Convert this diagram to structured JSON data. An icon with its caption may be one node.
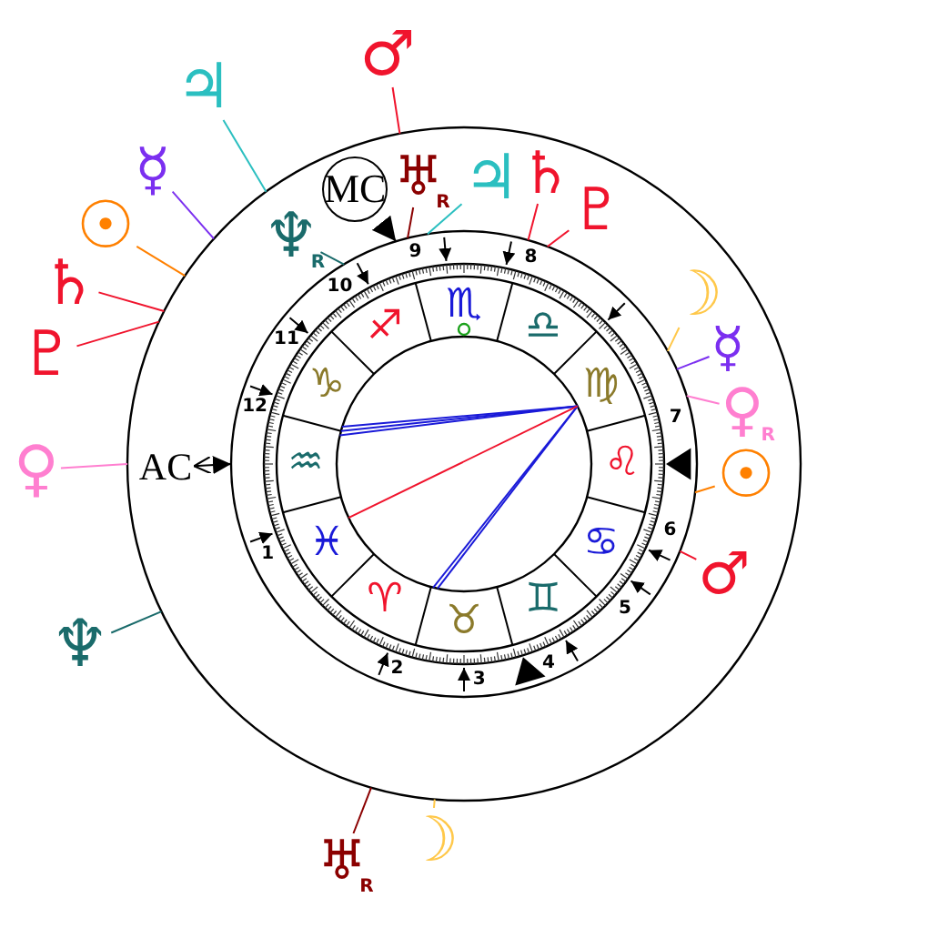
{
  "diagram": {
    "nodes": [
      {
        "text": [
          "♂"
        ]
      },
      {
        "text": [
          "♃"
        ]
      },
      {
        "text": [
          "☿"
        ]
      },
      {
        "text": [
          "☉"
        ]
      },
      {
        "text": [
          "♄"
        ]
      },
      {
        "text": [
          "♇"
        ]
      },
      {
        "text": [
          "♀"
        ]
      },
      {
        "text": [
          "♆"
        ]
      },
      {
        "text": [
          "♅"
        ],
        "beside": [
          "R"
        ]
      },
      {
        "text": [
          "☽"
        ]
      },
      {
        "text": [],
        "shape": "circle"
      },
      {
        "text": [],
        "shape": "circle",
        "in": 10
      },
      {
        "text": [
          "MC"
        ],
        "in": 10
      },
      {
        "text": [
          "♅"
        ],
        "beside": [
          "R"
        ],
        "in": 10
      },
      {
        "text": [
          "♃"
        ],
        "in": 10
      },
      {
        "text": [
          "♄"
        ],
        "in": 10
      },
      {
        "text": [
          "♇"
        ],
        "in": 10
      },
      {
        "text": [
          "♆"
        ],
        "beside": [
          "R"
        ],
        "in": 10
      },
      {
        "text": [
          "☽"
        ],
        "in": 10
      },
      {
        "text": [
          "☿"
        ],
        "in": 10
      },
      {
        "text": [
          "♀"
        ],
        "beside": [
          "R"
        ],
        "in": 10
      },
      {
        "text": [
          "☉"
        ],
        "in": 10
      },
      {
        "text": [
          "♂"
        ],
        "in": 10
      },
      {
        "text": [
          "AC"
        ],
        "in": 10
      }
    ],
    "edges": [
      {
        "from": 0,
        "to": 10,
        "arrow": "none"
      },
      {
        "from": 1,
        "to": 10,
        "arrow": "none",
        "color": "#2bbfc0"
      },
      {
        "from": 2,
        "to": 10,
        "arrow": "none",
        "color": "#7b2ff0"
      },
      {
        "from": 3,
        "to": 10,
        "arrow": "none",
        "color": "#ff8000"
      },
      {
        "from": 4,
        "to": 10,
        "arrow": "none"
      },
      {
        "from": 5,
        "to": 10,
        "arrow": "none"
      },
      {
        "from": 6,
        "to": 10,
        "arrow": "none",
        "color": "#ff7fd0"
      },
      {
        "from": 7,
        "to": 10,
        "arrow": "none",
        "color": "#1a6b6b"
      },
      {
        "from": 8,
        "to": 10,
        "arrow": "none",
        "color": "#8b0000"
      },
      {
        "from": 9,
        "to": 10,
        "arrow": "none",
        "color": "#ffc84a"
      },
      {
        "from": 12,
        "to": 11,
        "arrow": "to",
        "color": "#000000"
      },
      {
        "from": 13,
        "to": 11,
        "arrow": "none",
        "color": "#8b0000"
      },
      {
        "from": 14,
        "to": 11,
        "arrow": "none",
        "color": "#2bbfc0"
      },
      {
        "from": 15,
        "to": 11,
        "arrow": "none"
      },
      {
        "from": 16,
        "to": 11,
        "arrow": "none"
      },
      {
        "from": 17,
        "to": 11,
        "arrow": "none",
        "color": "#1a6b6b"
      },
      {
        "from": 18,
        "to": 11,
        "arrow": "none",
        "color": "#ffc84a"
      },
      {
        "from": 19,
        "to": 11,
        "arrow": "none",
        "color": "#7b2ff0"
      },
      {
        "from": 20,
        "to": 11,
        "arrow": "none",
        "color": "#ff7fd0"
      },
      {
        "from": 21,
        "to": 11,
        "arrow": "none",
        "color": "#ff8000"
      },
      {
        "from": 22,
        "to": 11,
        "arrow": "none"
      },
      {
        "from": 11,
        "to": 23,
        "arrow": "both",
        "color": "#000000"
      }
    ],
    "labels": [
      "9",
      "8",
      "♏",
      "10",
      "♐",
      "♎",
      "11",
      "♑",
      "7",
      "♍",
      "12",
      "♒",
      "♌",
      "6",
      "♓",
      "1",
      "♋",
      "♈",
      "♊",
      "5",
      "♉",
      "4",
      "2",
      "3"
    ]
  }
}
